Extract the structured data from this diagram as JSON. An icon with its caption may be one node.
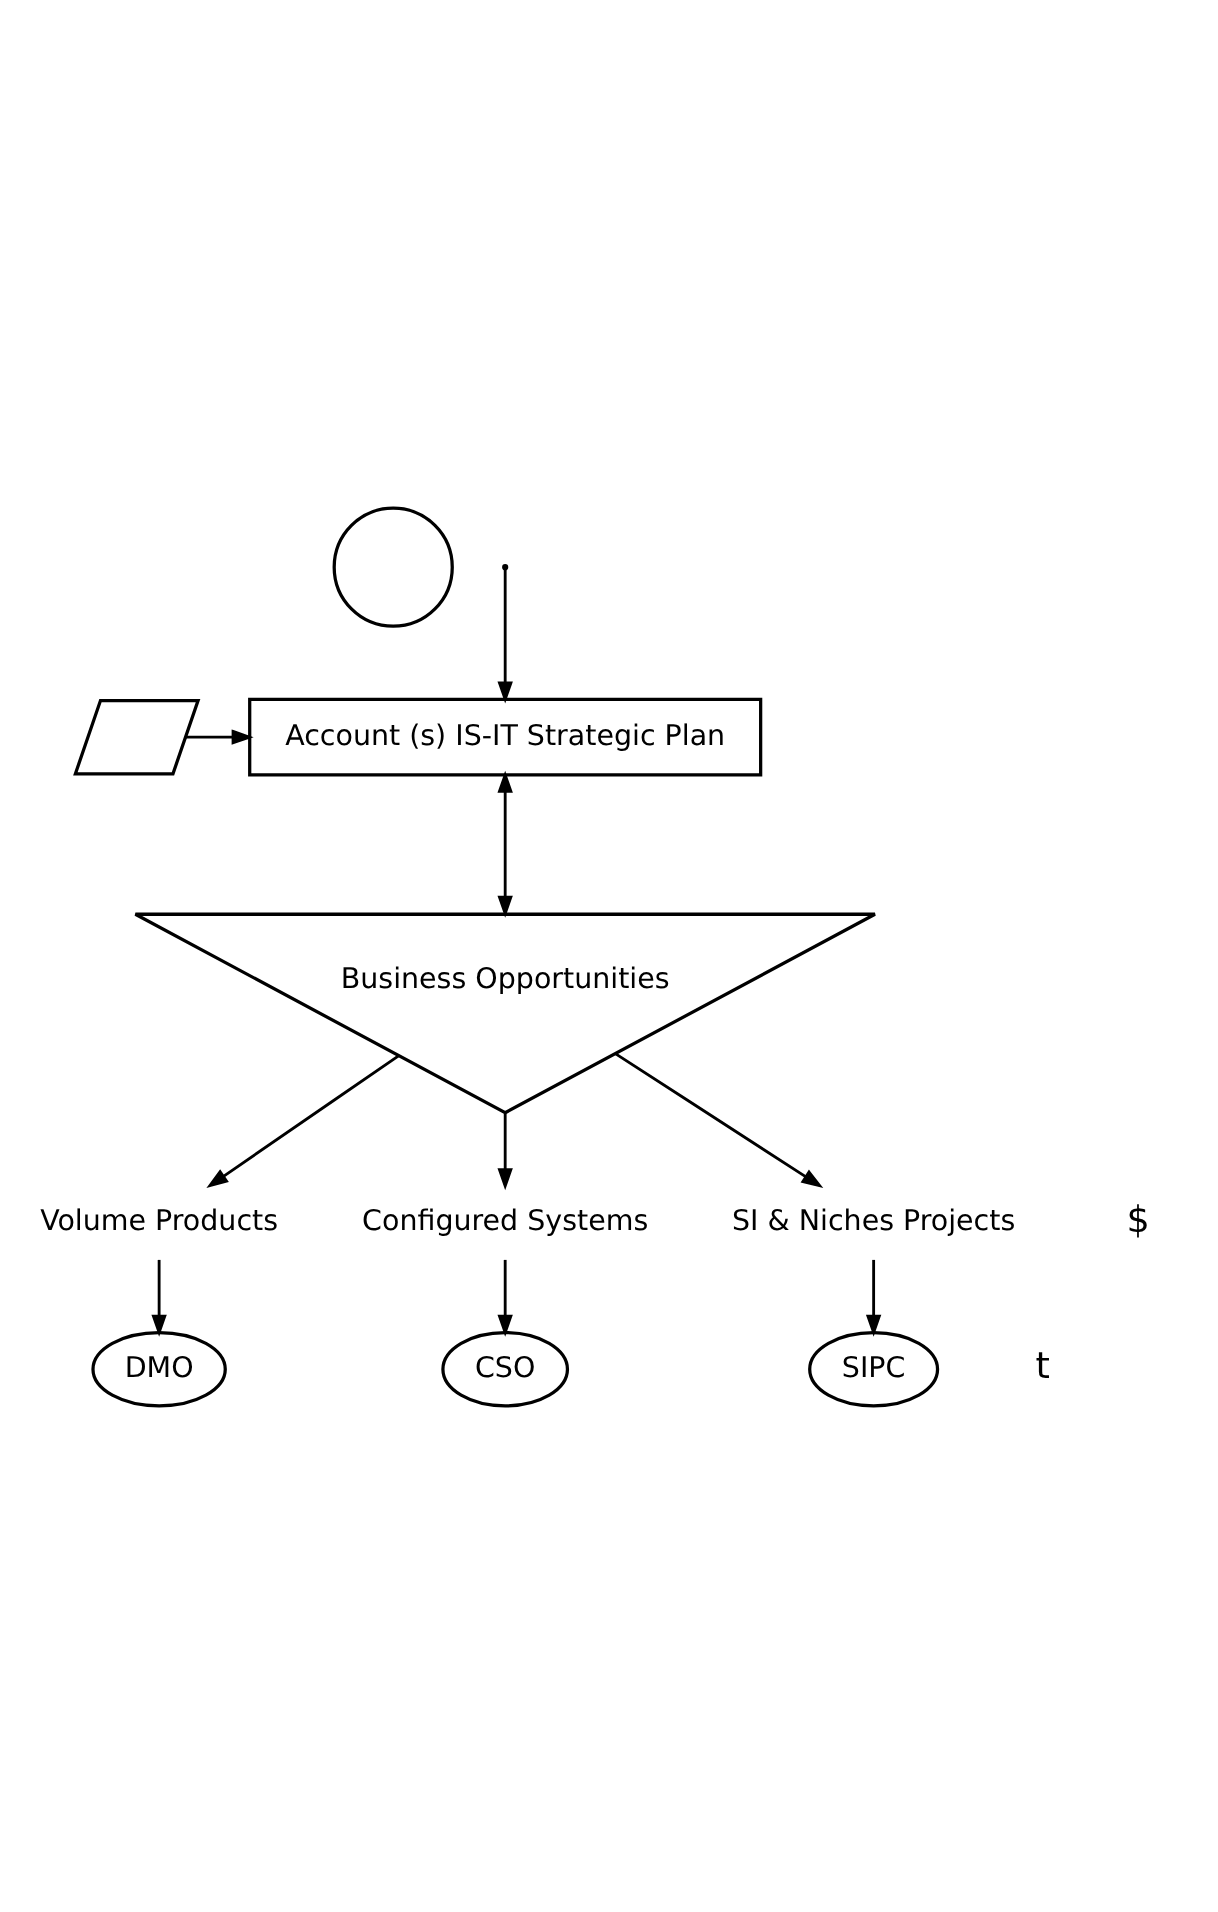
{
  "diagram": {
    "nodes": [
      {
        "text": [],
        "shape": "circle"
      },
      {
        "text": [],
        "shape": "parallelogram"
      },
      {
        "text": [
          "Account (s) IS-IT Strategic Plan"
        ]
      },
      {
        "text": [
          "Business Opportunities"
        ]
      },
      {
        "text": [
          "Volume Products"
        ]
      },
      {
        "text": [
          "Configured Systems"
        ]
      },
      {
        "text": [
          "SI & Niches Projects"
        ]
      },
      {
        "text": [
          "DMO"
        ]
      },
      {
        "text": [
          "CSO"
        ]
      },
      {
        "text": [
          "SIPC"
        ]
      }
    ],
    "edges": [
      {
        "from": null,
        "to": 2,
        "arrow": "to"
      },
      {
        "from": 1,
        "to": 2,
        "arrow": "to"
      },
      {
        "from": 2,
        "to": 3,
        "arrow": "both"
      },
      {
        "from": 3,
        "to": 4,
        "arrow": "to"
      },
      {
        "from": 3,
        "to": 5,
        "arrow": "to"
      },
      {
        "from": 3,
        "to": 6,
        "arrow": "to"
      },
      {
        "from": 4,
        "to": 7,
        "arrow": "to"
      },
      {
        "from": 5,
        "to": 8,
        "arrow": "to"
      },
      {
        "from": 6,
        "to": 9,
        "arrow": "to"
      }
    ],
    "labels": [
      "$",
      "t"
    ]
  }
}
